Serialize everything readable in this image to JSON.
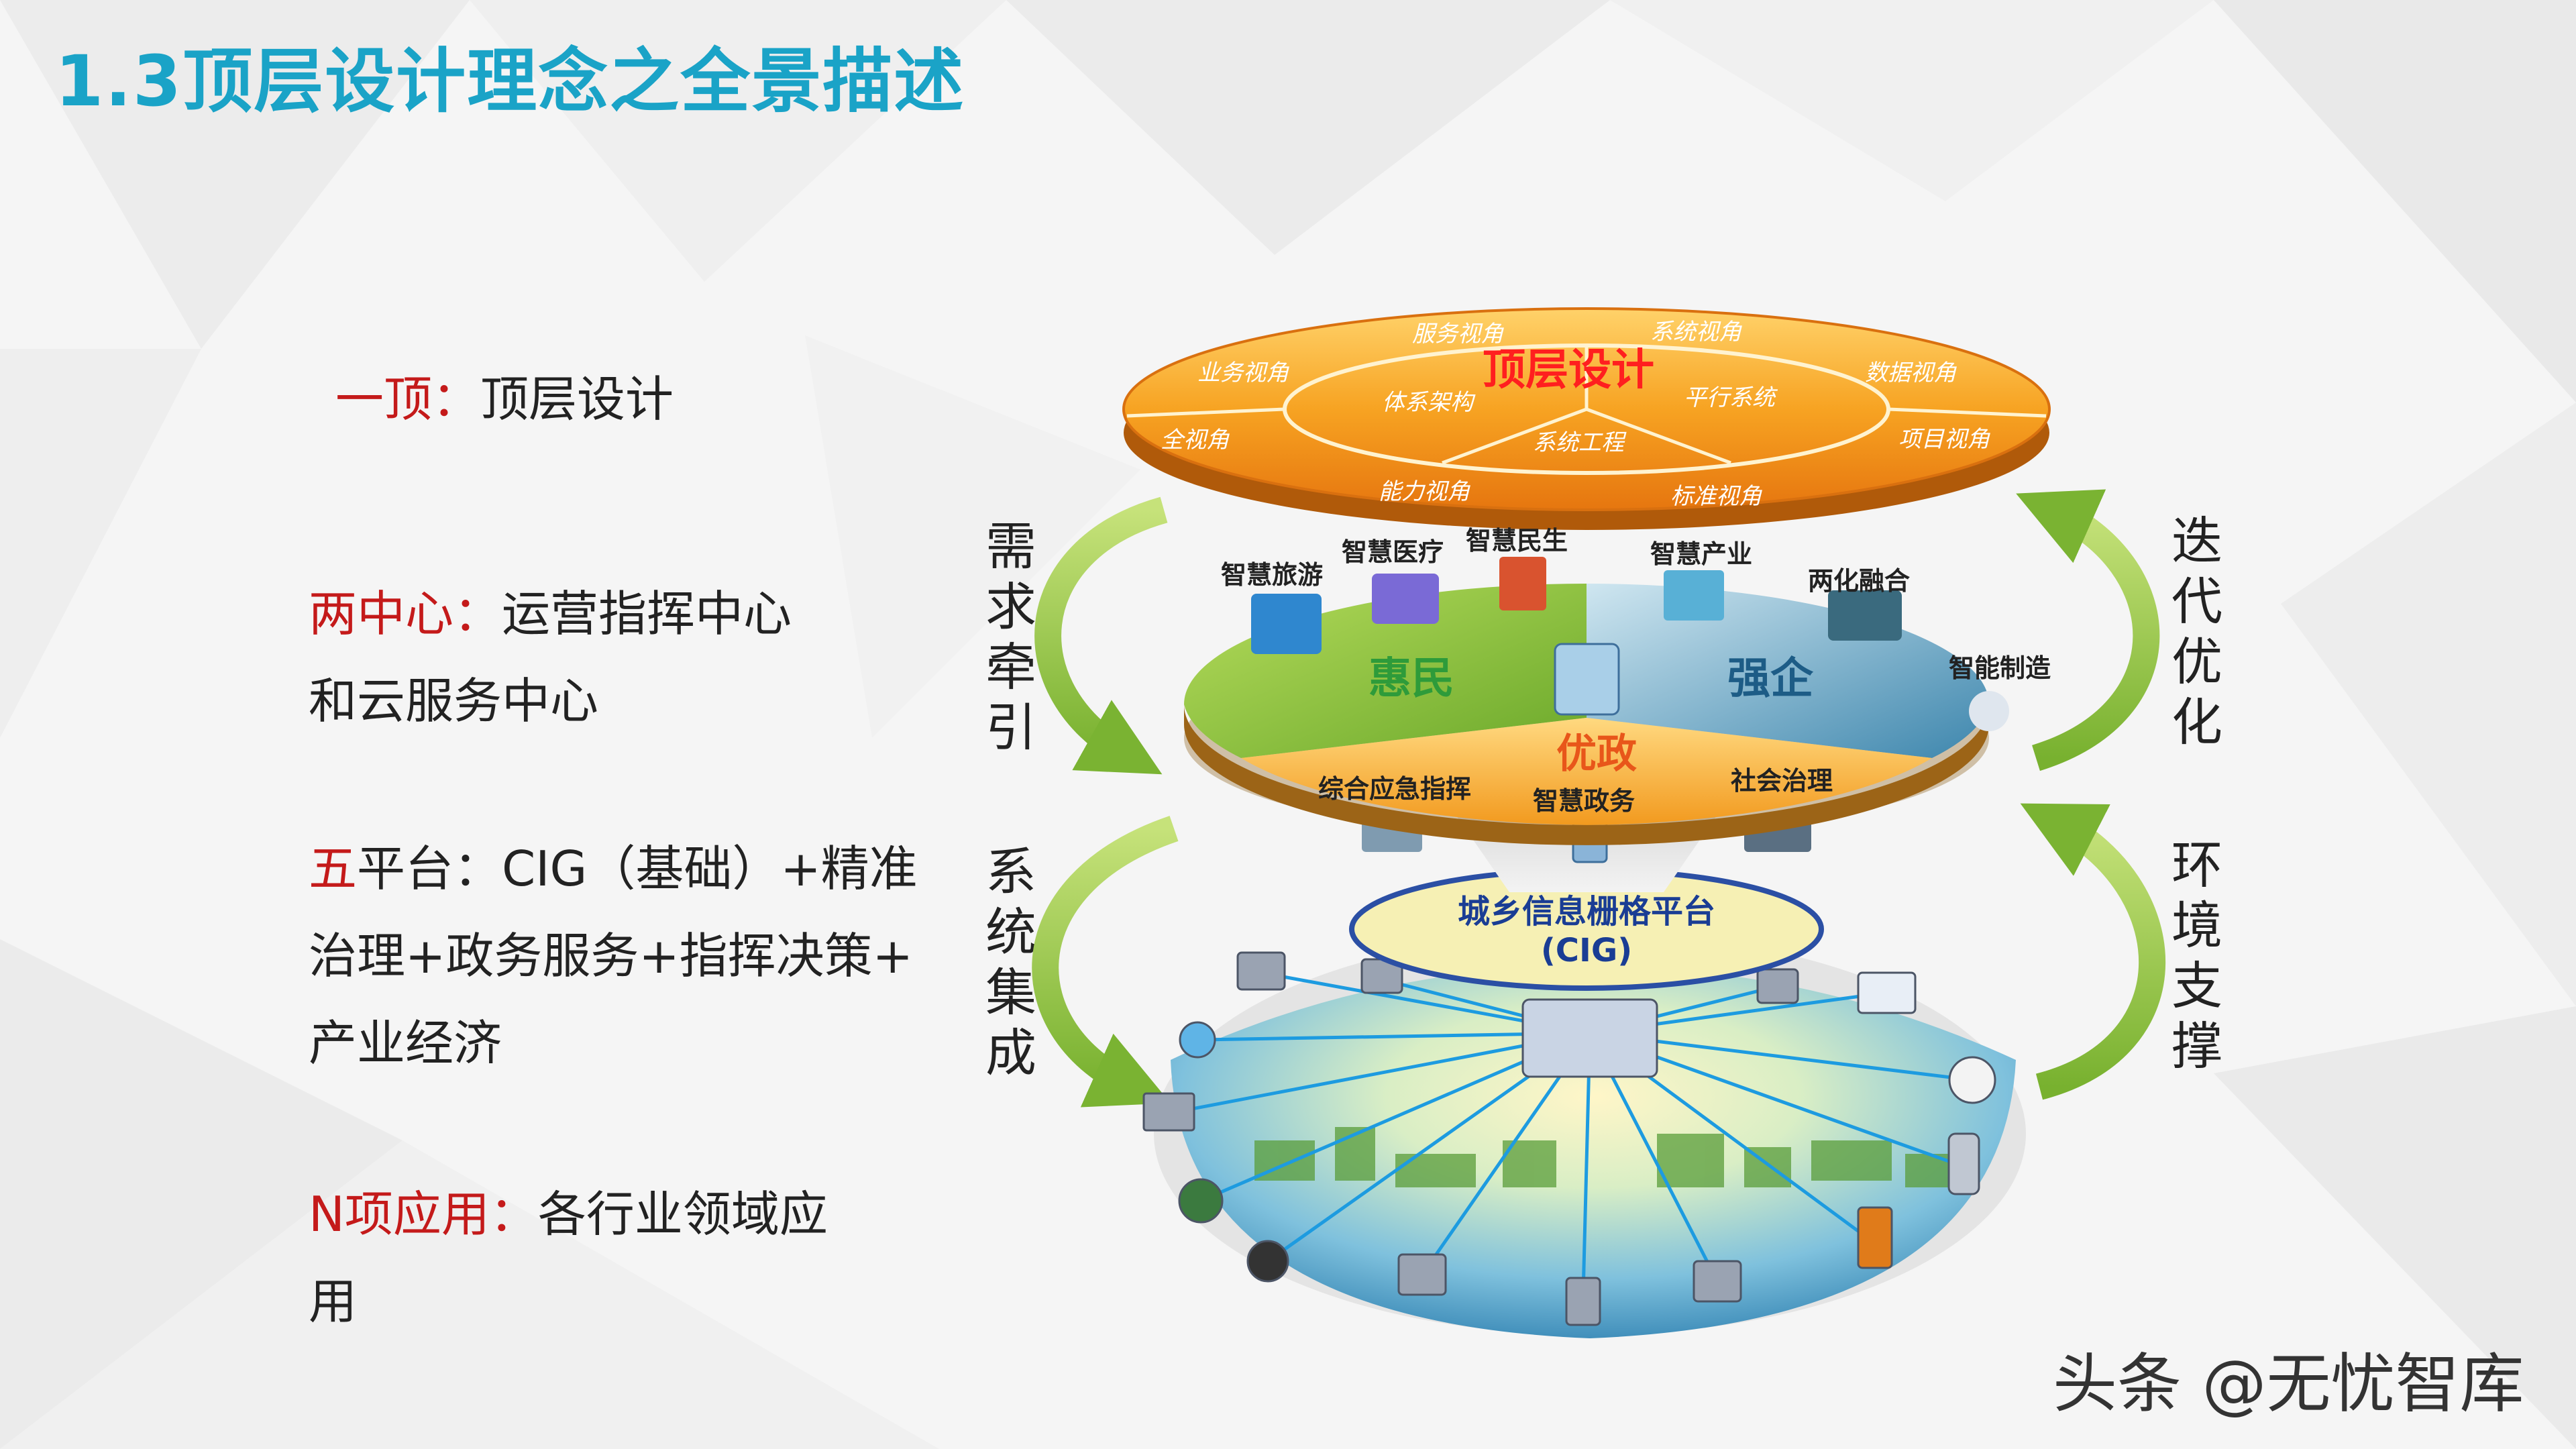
{
  "title": "1.3顶层设计理念之全景描述",
  "left_text": {
    "item1_key": "一顶：",
    "item1_value": "顶层设计",
    "item2_key": "两中心：",
    "item2_value_line1": "运营指挥中心",
    "item2_value_line2": "和云服务中心",
    "item3_key": "五",
    "item3_value_line1": "平台：CIG（基础）+精准",
    "item3_value_line2": "治理+政务服务+指挥决策+",
    "item3_value_line3": "产业经济",
    "item4_key": "N项应用：",
    "item4_value_line1": "各行业领域应",
    "item4_value_line2": "用"
  },
  "side_labels": {
    "left_top": "需求牵引",
    "left_bottom": "系统集成",
    "right_top": "迭代优化",
    "right_bottom": "环境支撑"
  },
  "top_disc": {
    "center": "顶层设计",
    "inner_left": "体系架构",
    "inner_right": "平行系统",
    "inner_bottom": "系统工程",
    "outer": [
      "服务视角",
      "系统视角",
      "数据视角",
      "项目视角",
      "标准视角",
      "能力视角",
      "全视角",
      "业务视角"
    ]
  },
  "mid_disc": {
    "left": "惠民",
    "right": "强企",
    "front": "优政",
    "apps": [
      "智慧旅游",
      "智慧医疗",
      "智慧民生",
      "智慧产业",
      "两化融合",
      "智能制造",
      "综合应急指挥",
      "智慧政务",
      "社会治理"
    ]
  },
  "platform": {
    "line1": "城乡信息栅格平台",
    "line2": "(CIG)"
  },
  "colors": {
    "title": "#1aa3c7",
    "highlight": "#c41a1a",
    "orange": "#f39a1e",
    "green": "#7cb82f",
    "blue": "#4a90b8",
    "arrow": "#8dc13f"
  },
  "watermark": "头条 @无忧智库"
}
